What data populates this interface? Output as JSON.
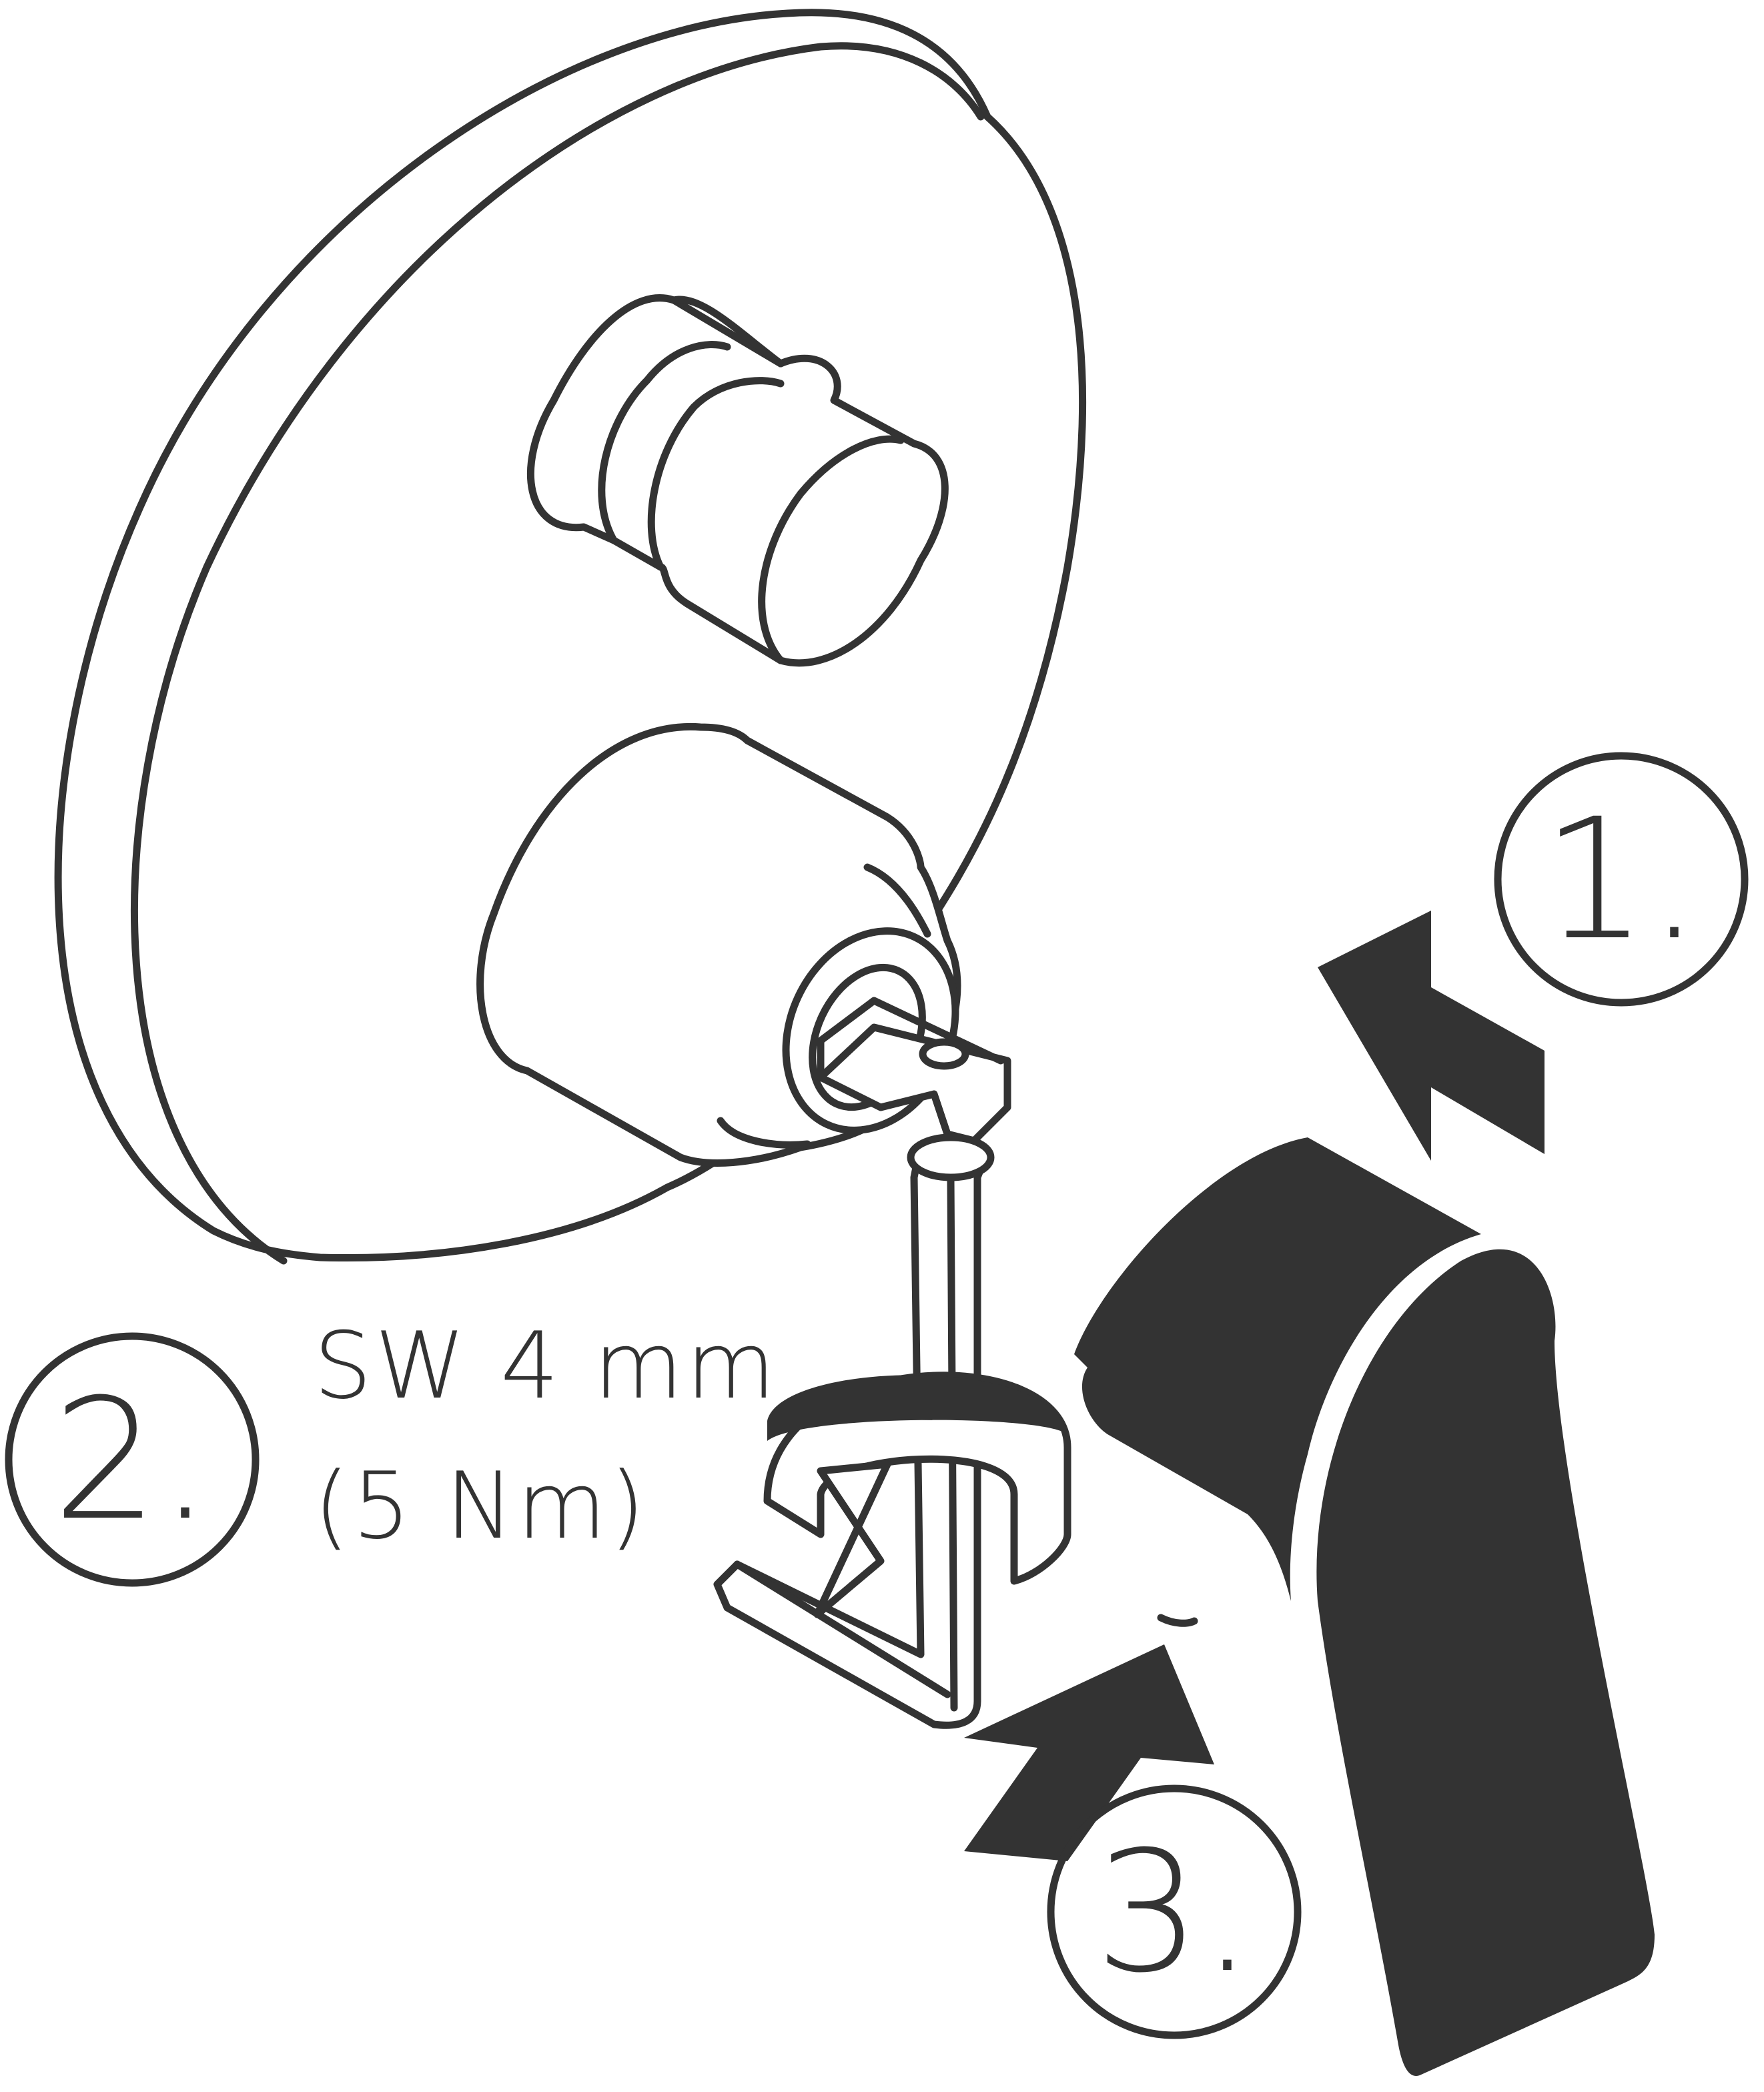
{
  "steps": {
    "step1": "1.",
    "step2": "2.",
    "step3": "3."
  },
  "tool": {
    "size_line": "SW 4 mm",
    "torque_line": "(5 Nm)"
  },
  "colors": {
    "ink": "#333333",
    "paper": "#ffffff"
  },
  "icons": {
    "valve_plate": "round-trim-plate",
    "cartridge": "diverter-knob",
    "hex_key": "allen-key",
    "handle": "lever-handle",
    "arrows": [
      "direction-arrow-up",
      "rotation-arrow",
      "direction-arrow-up"
    ]
  }
}
